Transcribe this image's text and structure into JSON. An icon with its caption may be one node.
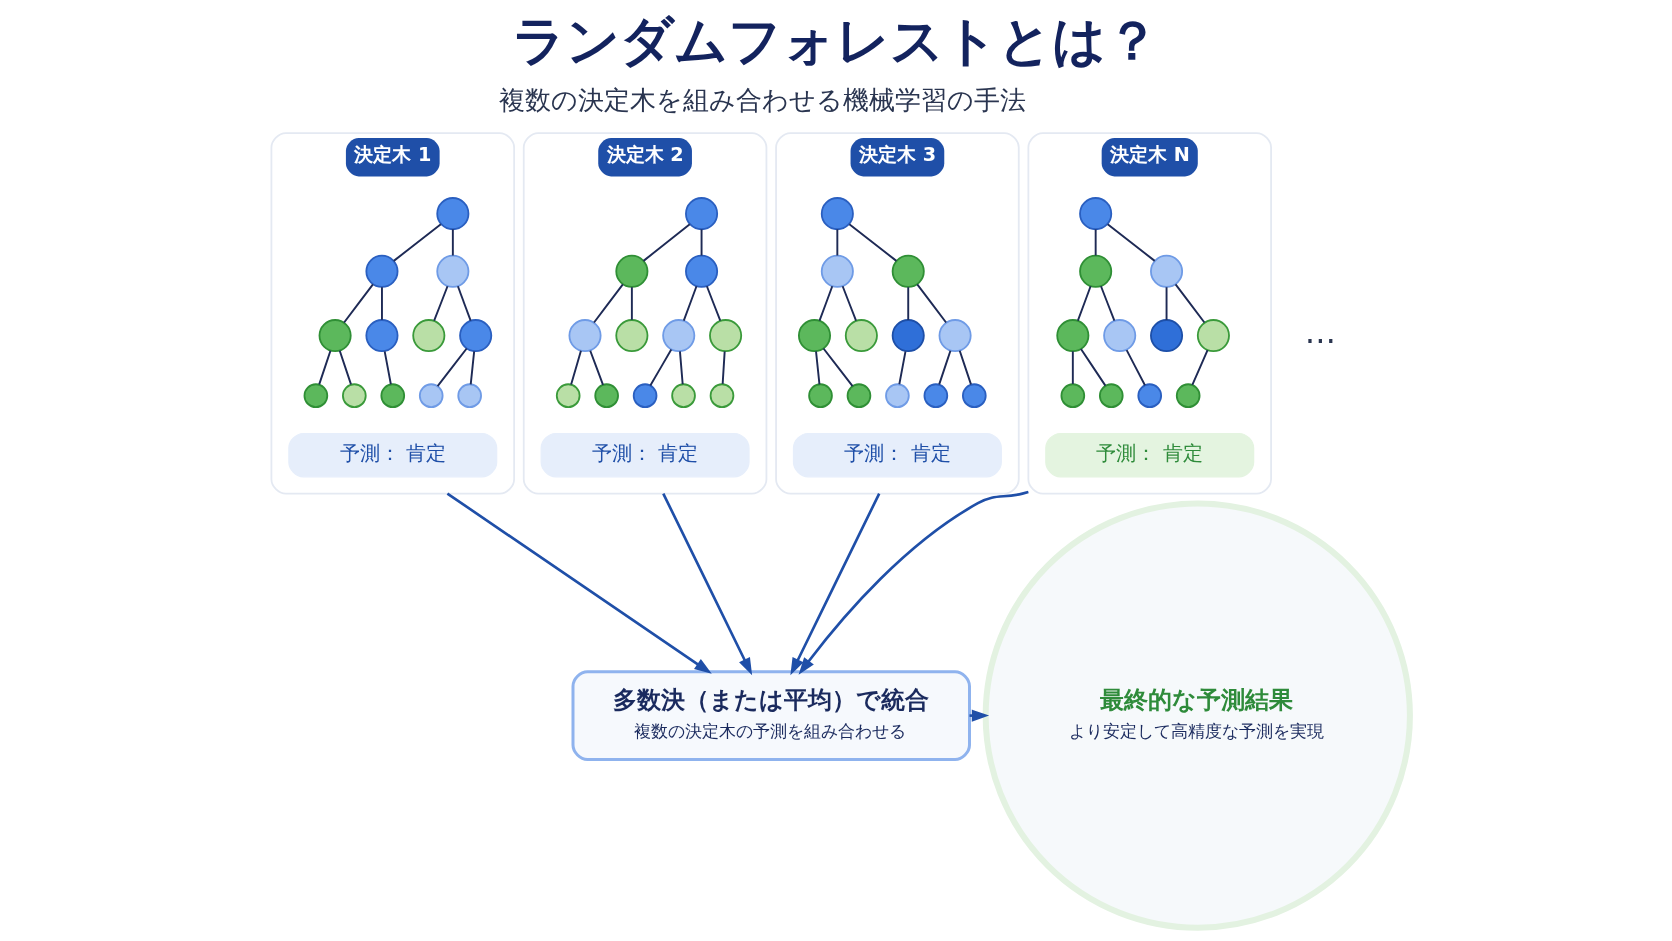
{
  "diagram": {
    "title": "ランダムフォレストとは？",
    "nodes": [
      {
        "text": [
          "決定木 1"
        ]
      },
      {
        "text": [],
        "shape": "circle",
        "in": 0
      },
      {
        "text": [],
        "shape": "circle",
        "in": 0
      },
      {
        "text": [],
        "shape": "circle",
        "in": 0
      },
      {
        "text": [],
        "shape": "circle",
        "in": 0
      },
      {
        "text": [],
        "shape": "circle",
        "in": 0
      },
      {
        "text": [],
        "shape": "circle",
        "in": 0
      },
      {
        "text": [],
        "shape": "circle",
        "in": 0
      },
      {
        "text": [],
        "shape": "circle",
        "in": 0
      },
      {
        "text": [],
        "shape": "circle",
        "in": 0
      },
      {
        "text": [],
        "shape": "circle",
        "in": 0
      },
      {
        "text": [],
        "shape": "circle",
        "in": 0
      },
      {
        "text": [],
        "shape": "circle",
        "in": 0
      },
      {
        "text": [
          "予測： 肯定"
        ],
        "in": 0
      },
      {
        "text": [
          "決定木 2"
        ]
      },
      {
        "text": [],
        "shape": "circle",
        "in": 14
      },
      {
        "text": [],
        "shape": "circle",
        "in": 14
      },
      {
        "text": [],
        "shape": "circle",
        "in": 14
      },
      {
        "text": [],
        "shape": "circle",
        "in": 14
      },
      {
        "text": [],
        "shape": "circle",
        "in": 14
      },
      {
        "text": [],
        "shape": "circle",
        "in": 14
      },
      {
        "text": [],
        "shape": "circle",
        "in": 14
      },
      {
        "text": [],
        "shape": "circle",
        "in": 14
      },
      {
        "text": [],
        "shape": "circle",
        "in": 14
      },
      {
        "text": [],
        "shape": "circle",
        "in": 14
      },
      {
        "text": [],
        "shape": "circle",
        "in": 14
      },
      {
        "text": [],
        "shape": "circle",
        "in": 14
      },
      {
        "text": [
          "予測： 肯定"
        ],
        "in": 14
      },
      {
        "text": [
          "決定木 3"
        ]
      },
      {
        "text": [],
        "shape": "circle",
        "in": 28
      },
      {
        "text": [],
        "shape": "circle",
        "in": 28
      },
      {
        "text": [],
        "shape": "circle",
        "in": 28
      },
      {
        "text": [],
        "shape": "circle",
        "in": 28
      },
      {
        "text": [],
        "shape": "circle",
        "in": 28
      },
      {
        "text": [],
        "shape": "circle",
        "in": 28
      },
      {
        "text": [],
        "shape": "circle",
        "in": 28
      },
      {
        "text": [],
        "shape": "circle",
        "in": 28
      },
      {
        "text": [],
        "shape": "circle",
        "in": 28
      },
      {
        "text": [],
        "shape": "circle",
        "in": 28
      },
      {
        "text": [],
        "shape": "circle",
        "in": 28
      },
      {
        "text": [],
        "shape": "circle",
        "in": 28
      },
      {
        "text": [
          "予測： 肯定"
        ],
        "in": 28
      },
      {
        "text": [
          "決定木 N"
        ]
      },
      {
        "text": [],
        "shape": "circle",
        "in": 42
      },
      {
        "text": [],
        "shape": "circle",
        "in": 42
      },
      {
        "text": [],
        "shape": "circle",
        "in": 42
      },
      {
        "text": [],
        "shape": "circle",
        "in": 42
      },
      {
        "text": [],
        "shape": "circle",
        "in": 42
      },
      {
        "text": [],
        "shape": "circle",
        "in": 42
      },
      {
        "text": [],
        "shape": "circle",
        "in": 42
      },
      {
        "text": [],
        "shape": "circle",
        "in": 42
      },
      {
        "text": [],
        "shape": "circle",
        "in": 42
      },
      {
        "text": [],
        "shape": "circle",
        "in": 42
      },
      {
        "text": [],
        "shape": "circle",
        "in": 42
      },
      {
        "text": [
          "予測： 肯定"
        ],
        "in": 42
      },
      {
        "text": [
          "多数決（または平均）で統合",
          "複数の決定木の予測を組み合わせる"
        ]
      },
      {
        "text": [
          "最終的な予測結果",
          "より安定して高精度な予測を実現"
        ]
      }
    ],
    "edges": [
      {
        "from": 1,
        "to": 2,
        "arrow": "none"
      },
      {
        "from": 1,
        "to": 3,
        "arrow": "none"
      },
      {
        "from": 2,
        "to": 4,
        "arrow": "none"
      },
      {
        "from": 2,
        "to": 5,
        "arrow": "none"
      },
      {
        "from": 3,
        "to": 6,
        "arrow": "none"
      },
      {
        "from": 3,
        "to": 7,
        "arrow": "none"
      },
      {
        "from": 4,
        "to": 8,
        "arrow": "none"
      },
      {
        "from": 4,
        "to": 9,
        "arrow": "none"
      },
      {
        "from": 5,
        "to": 10,
        "arrow": "none"
      },
      {
        "from": 7,
        "to": 11,
        "arrow": "none"
      },
      {
        "from": 7,
        "to": 12,
        "arrow": "none"
      },
      {
        "from": 15,
        "to": 16,
        "arrow": "none"
      },
      {
        "from": 15,
        "to": 17,
        "arrow": "none"
      },
      {
        "from": 16,
        "to": 18,
        "arrow": "none"
      },
      {
        "from": 16,
        "to": 19,
        "arrow": "none"
      },
      {
        "from": 17,
        "to": 20,
        "arrow": "none"
      },
      {
        "from": 17,
        "to": 21,
        "arrow": "none"
      },
      {
        "from": 18,
        "to": 22,
        "arrow": "none"
      },
      {
        "from": 18,
        "to": 23,
        "arrow": "none"
      },
      {
        "from": 20,
        "to": 24,
        "arrow": "none"
      },
      {
        "from": 20,
        "to": 25,
        "arrow": "none"
      },
      {
        "from": 21,
        "to": 26,
        "arrow": "none"
      },
      {
        "from": 29,
        "to": 30,
        "arrow": "none"
      },
      {
        "from": 29,
        "to": 31,
        "arrow": "none"
      },
      {
        "from": 30,
        "to": 32,
        "arrow": "none"
      },
      {
        "from": 30,
        "to": 33,
        "arrow": "none"
      },
      {
        "from": 31,
        "to": 34,
        "arrow": "none"
      },
      {
        "from": 31,
        "to": 35,
        "arrow": "none"
      },
      {
        "from": 32,
        "to": 36,
        "arrow": "none"
      },
      {
        "from": 32,
        "to": 37,
        "arrow": "none"
      },
      {
        "from": 34,
        "to": 38,
        "arrow": "none"
      },
      {
        "from": 35,
        "to": 39,
        "arrow": "none"
      },
      {
        "from": 35,
        "to": 40,
        "arrow": "none"
      },
      {
        "from": 43,
        "to": 44,
        "arrow": "none"
      },
      {
        "from": 43,
        "to": 45,
        "arrow": "none"
      },
      {
        "from": 44,
        "to": 46,
        "arrow": "none"
      },
      {
        "from": 44,
        "to": 47,
        "arrow": "none"
      },
      {
        "from": 45,
        "to": 48,
        "arrow": "none"
      },
      {
        "from": 45,
        "to": 49,
        "arrow": "none"
      },
      {
        "from": 46,
        "to": 50,
        "arrow": "none"
      },
      {
        "from": 46,
        "to": 51,
        "arrow": "none"
      },
      {
        "from": 47,
        "to": 52,
        "arrow": "none"
      },
      {
        "from": 49,
        "to": 53,
        "arrow": "none"
      },
      {
        "from": 0,
        "to": 55,
        "arrow": "to",
        "color": "#1f4fa8"
      },
      {
        "from": 14,
        "to": 55,
        "arrow": "to",
        "color": "#1f4fa8"
      },
      {
        "from": 28,
        "to": 55,
        "arrow": "to",
        "color": "#1f4fa8"
      },
      {
        "from": 42,
        "to": 55,
        "arrow": "to",
        "color": "#1f4fa8"
      },
      {
        "from": 55,
        "to": 56,
        "arrow": "to",
        "color": "#1f4fa8"
      }
    ],
    "labels": [
      "複数の決定木を組み合わせる機械学習の手法",
      "…"
    ]
  }
}
